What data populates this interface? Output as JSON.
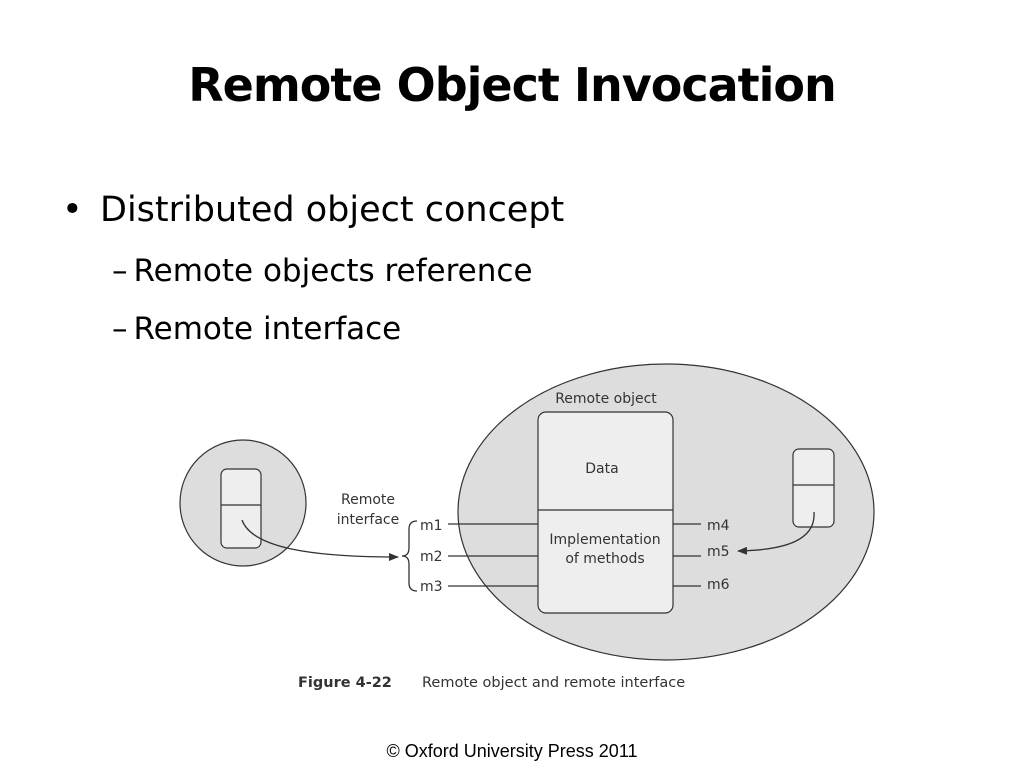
{
  "slide": {
    "title": "Remote Object Invocation",
    "bullet": {
      "marker": "•",
      "text": "Distributed object concept"
    },
    "sub_bullets": [
      {
        "marker": "–",
        "text": "Remote objects reference"
      },
      {
        "marker": "–",
        "text": "Remote interface"
      }
    ],
    "footer": "© Oxford University Press 2011"
  },
  "figure": {
    "outer_label": "Remote object",
    "data_label": "Data",
    "implementation_label": [
      "Implementation",
      "of methods"
    ],
    "interface_label": [
      "Remote",
      "interface"
    ],
    "methods_left": [
      "m1",
      "m2",
      "m3"
    ],
    "methods_right": [
      "m4",
      "m5",
      "m6"
    ],
    "caption_number": "Figure 4-22",
    "caption_text": "Remote object and remote interface"
  },
  "colors": {
    "shape_fill": "#dddddd",
    "box_fill": "#eeeeee",
    "stroke": "#333333"
  }
}
